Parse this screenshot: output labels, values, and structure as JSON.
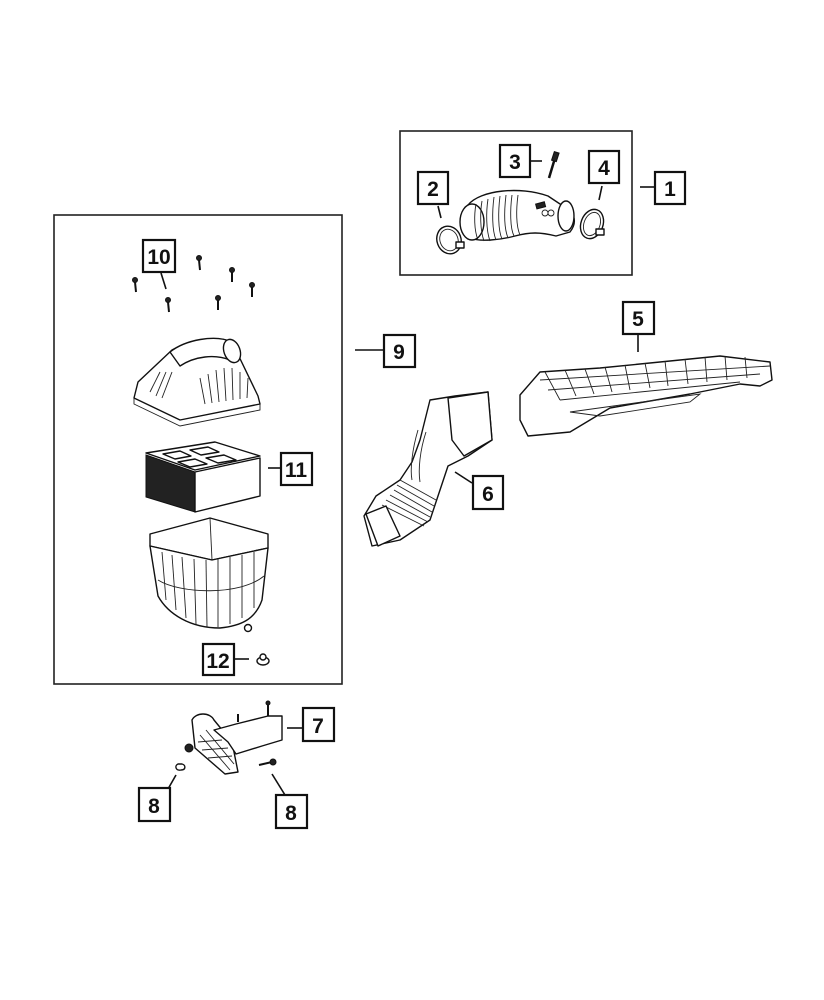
{
  "diagram": {
    "type": "exploded-parts-diagram",
    "subject": "Air cleaner assembly and intake ducts",
    "colors": {
      "line": "#111111",
      "background": "#ffffff"
    },
    "callouts": [
      {
        "id": "c1",
        "label": "1",
        "part": "Air inlet hose kit (group frame)"
      },
      {
        "id": "c2",
        "label": "2",
        "part": "Hose clamp"
      },
      {
        "id": "c3",
        "label": "3",
        "part": "Screw / sensor pin"
      },
      {
        "id": "c4",
        "label": "4",
        "part": "Hose clamp"
      },
      {
        "id": "c5",
        "label": "5",
        "part": "Air inlet duct"
      },
      {
        "id": "c6",
        "label": "6",
        "part": "Air inlet tube"
      },
      {
        "id": "c7",
        "label": "7",
        "part": "Bracket"
      },
      {
        "id": "c8a",
        "label": "8",
        "part": "Nut"
      },
      {
        "id": "c8b",
        "label": "8",
        "part": "Bolt"
      },
      {
        "id": "c9",
        "label": "9",
        "part": "Air cleaner assembly (group frame)"
      },
      {
        "id": "c10",
        "label": "10",
        "part": "Screws"
      },
      {
        "id": "c11",
        "label": "11",
        "part": "Air filter element"
      },
      {
        "id": "c12",
        "label": "12",
        "part": "Grommet / isolator"
      }
    ]
  }
}
